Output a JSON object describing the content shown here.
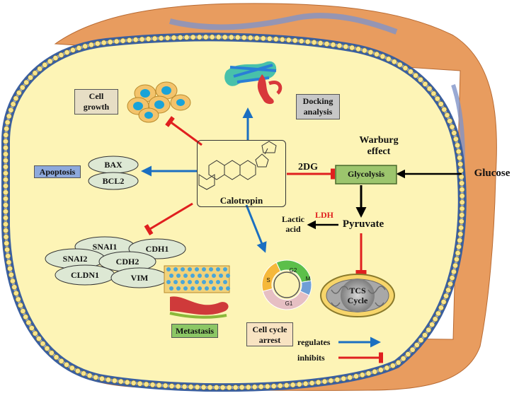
{
  "compound": {
    "name": "Calotropin"
  },
  "targets": {
    "cell_growth": "Cell growth",
    "docking": "Docking analysis",
    "apoptosis": "Apoptosis",
    "metastasis": "Metastasis",
    "cell_cycle": "Cell cycle arrest"
  },
  "apoptosis_genes": [
    "BAX",
    "BCL2"
  ],
  "metastasis_genes": [
    "SNAI1",
    "CDH1",
    "SNAI2",
    "CDH2",
    "CLDN1",
    "VIM"
  ],
  "metabolism": {
    "warburg": "Warburg effect",
    "inhibitor": "2DG",
    "glycolysis": "Glycolysis",
    "glucose": "Glucose",
    "pyruvate": "Pyruvate",
    "enzyme": "LDH",
    "lactic_acid": "Lactic acid",
    "tca": "TCS Cycle"
  },
  "cell_cycle_phases": [
    "G2",
    "M",
    "G1",
    "S"
  ],
  "legend": {
    "regulates": "regulates",
    "inhibits": "inhibits"
  },
  "colors": {
    "activate": "#1b6fc1",
    "inhibit": "#e01f1f",
    "cell_fill": "#fdf4b6",
    "membrane_bead": "#f9e58c",
    "extracellular": "#e89c5f",
    "enzyme_label": "#e01f1f"
  }
}
